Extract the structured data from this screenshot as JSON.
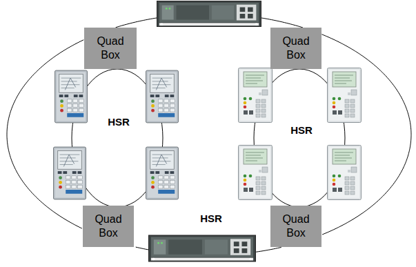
{
  "diagram": {
    "nodes": [
      {
        "text": [
          "Quad Box"
        ]
      },
      {
        "text": [
          "Quad Box"
        ]
      },
      {
        "text": [
          "Quad Box"
        ]
      },
      {
        "text": [
          "Quad Box"
        ]
      }
    ],
    "edges": [
      {
        "from": 0,
        "to": 1,
        "arrow": "none"
      },
      {
        "from": 2,
        "to": 3,
        "arrow": "none"
      },
      {
        "from": 0,
        "to": 2,
        "arrow": "none"
      },
      {
        "from": 1,
        "to": 3,
        "arrow": "none"
      }
    ],
    "labels": [
      "HSR",
      "HSR",
      "HSR"
    ]
  }
}
